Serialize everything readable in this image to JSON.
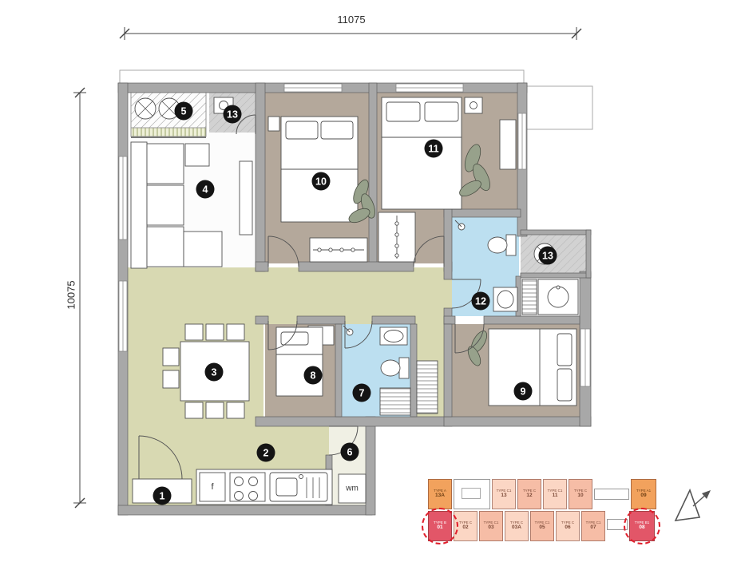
{
  "dimensions": {
    "width_label": "11075",
    "height_label": "10075"
  },
  "appliance_labels": {
    "fridge": "f",
    "washing_machine": "wm"
  },
  "markers": [
    "1",
    "2",
    "3",
    "4",
    "5",
    "6",
    "7",
    "8",
    "9",
    "10",
    "11",
    "12",
    "13"
  ],
  "keyplan": {
    "top_row": [
      {
        "type": "TYPE A",
        "no": "13A"
      },
      {
        "type": "TYPE C1",
        "no": "13"
      },
      {
        "type": "TYPE C",
        "no": "12"
      },
      {
        "type": "TYPE C1",
        "no": "11"
      },
      {
        "type": "TYPE C",
        "no": "10"
      },
      {
        "type": "TYPE A1",
        "no": "09"
      }
    ],
    "bottom_row": [
      {
        "type": "TYPE B",
        "no": "01"
      },
      {
        "type": "TYPE C",
        "no": "02"
      },
      {
        "type": "TYPE C1",
        "no": "03"
      },
      {
        "type": "TYPE C",
        "no": "03A"
      },
      {
        "type": "TYPE C1",
        "no": "05"
      },
      {
        "type": "TYPE C",
        "no": "06"
      },
      {
        "type": "TYPE C1",
        "no": "07"
      },
      {
        "type": "TYPE B1",
        "no": "08"
      }
    ]
  },
  "colors": {
    "floor_living": "#d8d9b2",
    "floor_bedroom": "#b4a89b",
    "floor_bathroom": "#bcdff0",
    "wall": "#a8a8a8",
    "ledge": "#d2d2d2",
    "keyplan_type_a": "#f2a25d",
    "keyplan_type_c": "#f6bda6",
    "keyplan_type_c_alt": "#fbd6c4",
    "keyplan_type_b": "#e25668",
    "keyplan_highlight": "#e0202d"
  }
}
